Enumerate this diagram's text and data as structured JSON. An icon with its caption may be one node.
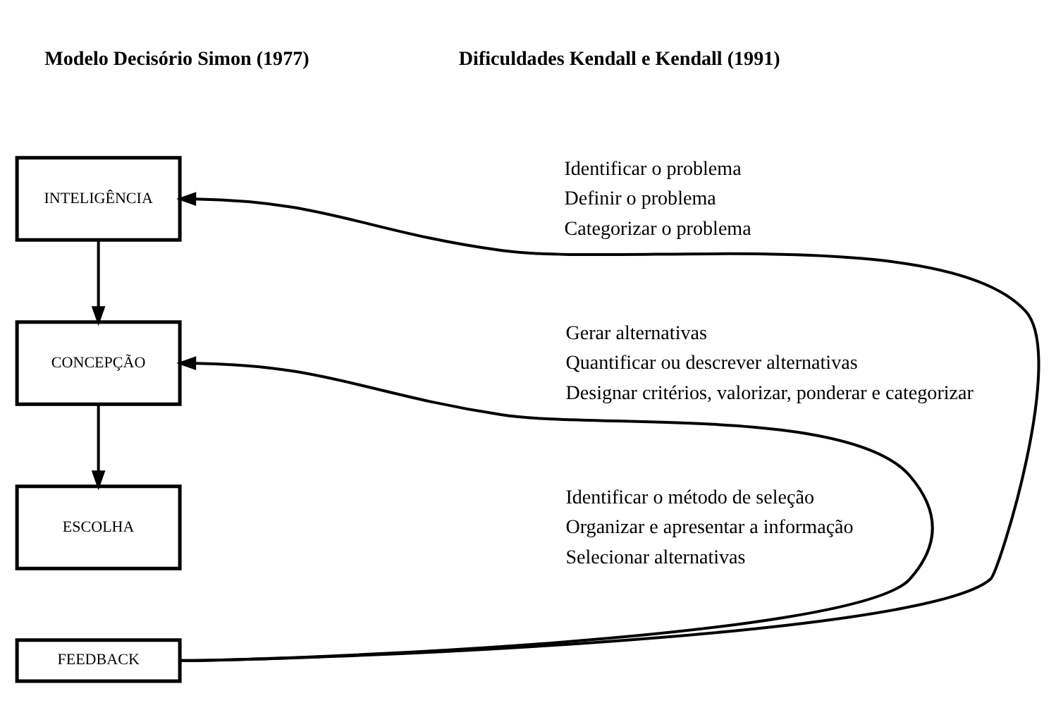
{
  "diagram": {
    "nodes": [
      {
        "text": [
          "INTELIGÊNCIA"
        ]
      },
      {
        "text": [
          "CONCEPÇÃO"
        ]
      },
      {
        "text": [
          "ESCOLHA"
        ]
      },
      {
        "text": [
          "FEEDBACK"
        ]
      }
    ],
    "edges": [
      {
        "from": 0,
        "to": 1,
        "arrow": "to"
      },
      {
        "from": 1,
        "to": 2,
        "arrow": "to"
      },
      {
        "from": 3,
        "to": 0,
        "arrow": "to"
      },
      {
        "from": 3,
        "to": 1,
        "arrow": "to"
      }
    ],
    "labels": [
      "Modelo Decisório Simon (1977)",
      "Dificuldades Kendall e Kendall (1991)",
      "Identificar o problema",
      "Definir o problema",
      "Categorizar o problema",
      "Gerar alternativas",
      "Quantificar ou descrever alternativas",
      "Designar critérios, valorizar, ponderar e categorizar",
      "Identificar o método de seleção",
      "Organizar e apresentar a informação",
      "Selecionar alternativas"
    ]
  }
}
